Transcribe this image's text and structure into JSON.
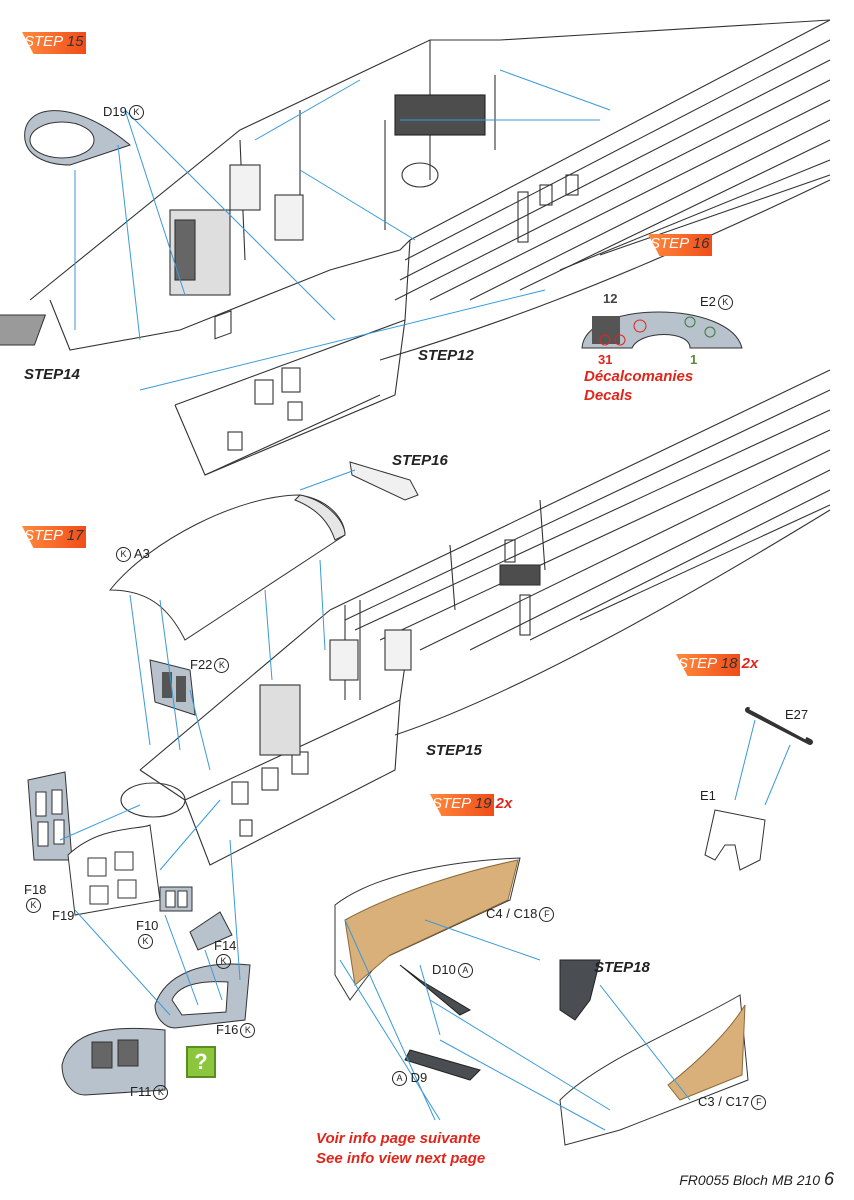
{
  "steps": {
    "s15": {
      "label": "STEP",
      "number": "15"
    },
    "s16": {
      "label": "STEP",
      "number": "16"
    },
    "s17": {
      "label": "STEP",
      "number": "17"
    },
    "s18": {
      "label": "STEP",
      "number": "18",
      "mult": "2x"
    },
    "s19": {
      "label": "STEP",
      "number": "19",
      "mult": "2x"
    }
  },
  "step_refs": {
    "step14": "STEP14",
    "step12": "STEP12",
    "step16": "STEP16",
    "step15": "STEP15",
    "step18": "STEP18"
  },
  "parts": {
    "d19": "D19",
    "e2": "E2",
    "a3": "A3",
    "f22": "F22",
    "e27": "E27",
    "e1": "E1",
    "f18": "F18",
    "f19": "F19",
    "f10": "F10",
    "f14": "F14",
    "f16": "F16",
    "f11": "F11",
    "c4c18": "C4 / C18",
    "d10": "D10",
    "d9": "D9",
    "c3c17": "C3 / C17"
  },
  "tags": {
    "k": "K",
    "a": "A",
    "f": "F"
  },
  "decal": {
    "n12": "12",
    "n31": "31",
    "n1": "1",
    "fr": "Décalcomanies",
    "en": "Decals"
  },
  "notes": {
    "fr": "Voir info page suivante",
    "en": "See info view next page"
  },
  "question": "?",
  "footer": {
    "text": "FR0055 Bloch MB 210",
    "page": "6"
  },
  "colors": {
    "orange": "#f04d1a",
    "red": "#e0261b",
    "blue": "#3a9ad9",
    "wood": "#d9b07a",
    "grey": "#b7c2cc",
    "dark": "#4a4d52"
  }
}
